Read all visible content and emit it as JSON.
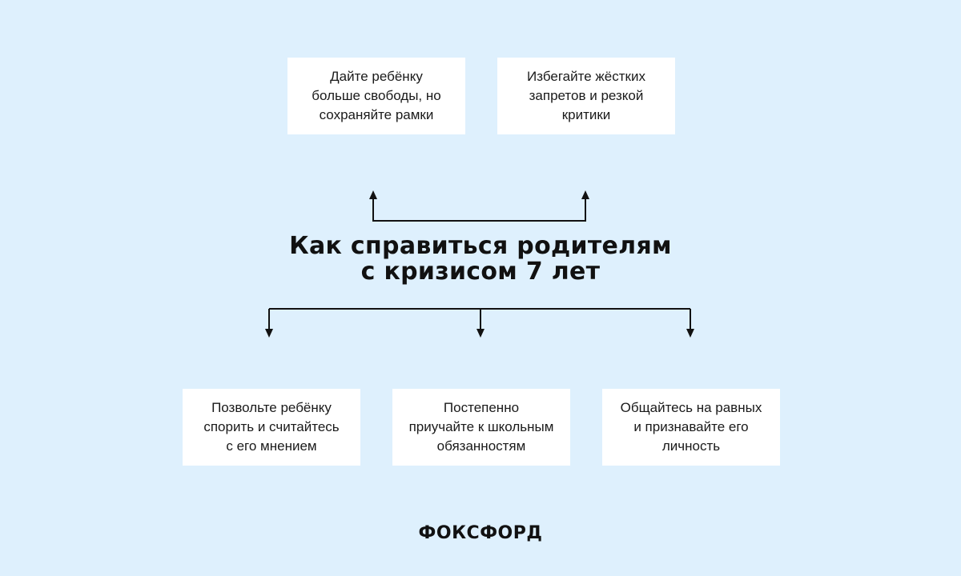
{
  "diagram": {
    "title_lines": [
      "Как справиться родителям",
      "с кризисом 7 лет"
    ],
    "top_boxes": [
      "Дайте ребёнку\nбольше свободы, но\nсохраняйте рамки",
      "Избегайте жёстких\nзапретов и резкой\nкритики"
    ],
    "bottom_boxes": [
      "Позвольте ребёнку\nспорить и считайтесь\nс его мнением",
      "Постепенно\nприучайте к школьным\nобязанностям",
      "Общайтесь на равных\nи признавайте его\nличность"
    ]
  },
  "brand": {
    "logo_text": "ФОКСФОРД"
  },
  "colors": {
    "background": "#def0fd",
    "box": "#ffffff",
    "line": "#111111"
  }
}
